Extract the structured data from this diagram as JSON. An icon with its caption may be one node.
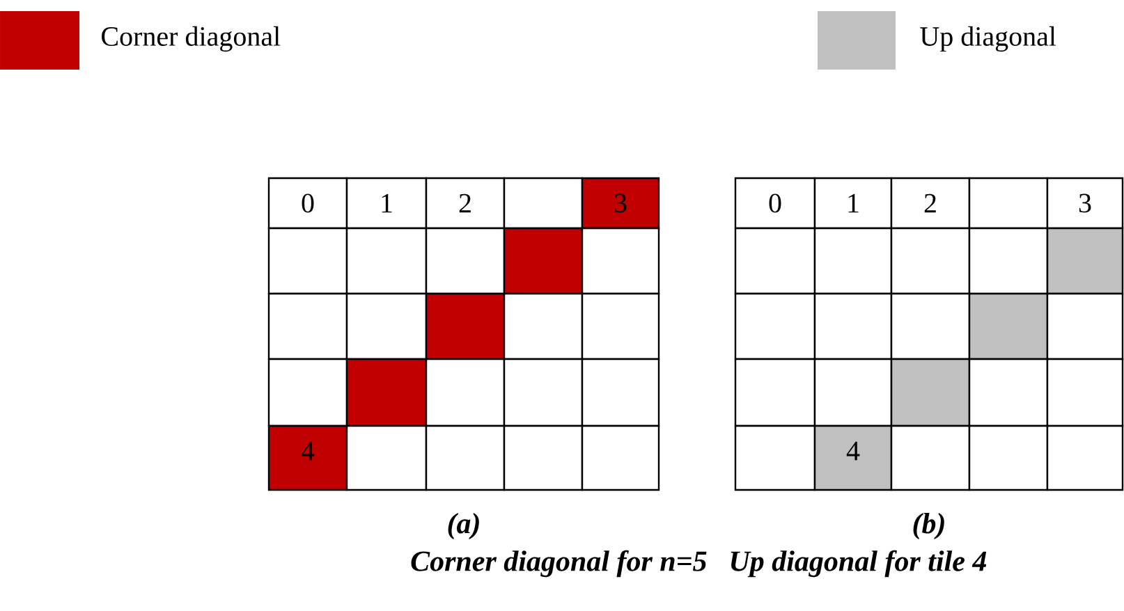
{
  "diagram": {
    "labels": [
      "0",
      "1",
      "2",
      "3",
      "4",
      "0",
      "1",
      "2",
      "3",
      "4",
      "(a)",
      "(b)",
      "Corner diagonal for n=5",
      "Up diagonal for tile 4"
    ],
    "legend": [
      {
        "text": "Corner diagonal",
        "color": "#c00000"
      },
      {
        "text": "Up diagonal",
        "color": "#c0c0c0"
      }
    ]
  }
}
